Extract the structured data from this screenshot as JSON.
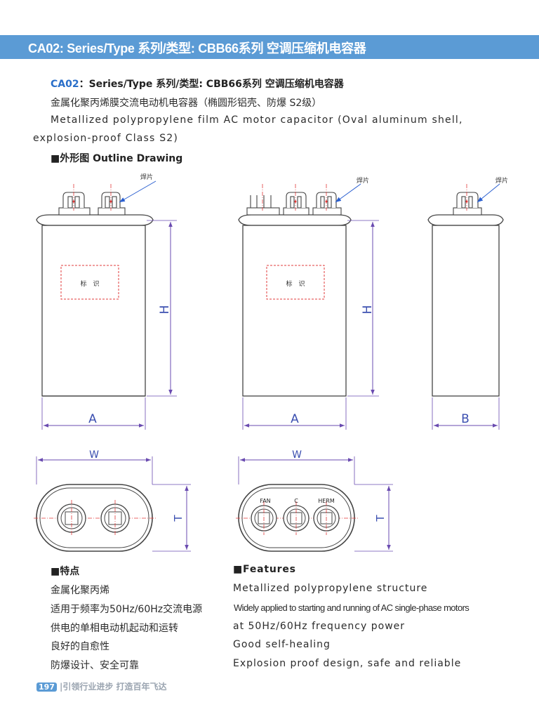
{
  "banner": {
    "title": "CA02: Series/Type 系列/类型: CBB66系列 空调压缩机电容器"
  },
  "heading": {
    "code": "CA02",
    "rest": "：Series/Type 系列/类型: CBB66系列 空调压缩机电容器"
  },
  "intro": {
    "cn": "金属化聚丙烯膜交流电动机电容器（椭圆形铝壳、防爆 S2级）",
    "en_line1": "Metallized polypropylene film AC motor capacitor (Oval aluminum shell,",
    "en_line2": "explosion-proof Class S2)"
  },
  "outline_heading": "■外形图 Outline Drawing",
  "drawing": {
    "weld_label": "焊片",
    "mark_label": "标　识",
    "dim_H": "H",
    "dim_A": "A",
    "dim_B": "B",
    "dim_W": "W",
    "dim_T": "T",
    "terminal_fan": "FAN",
    "terminal_c": "C",
    "terminal_herm": "HERM"
  },
  "features_cn": {
    "heading": "■特点",
    "items": [
      "金属化聚丙烯",
      "适用于频率为50Hz/60Hz交流电源",
      "供电的单相电动机起动和运转",
      "良好的自愈性",
      "防爆设计、安全可靠"
    ]
  },
  "features_en": {
    "heading": "■Features",
    "items": [
      "Metallized polypropylene structure",
      "Widely applied to starting and running of AC single-phase motors",
      "at 50Hz/60Hz frequency power",
      "Good self-healing",
      "Explosion proof design, safe and reliable"
    ]
  },
  "footer": {
    "page": "197",
    "slogan": "|引领行业进步 打造百年飞达"
  }
}
